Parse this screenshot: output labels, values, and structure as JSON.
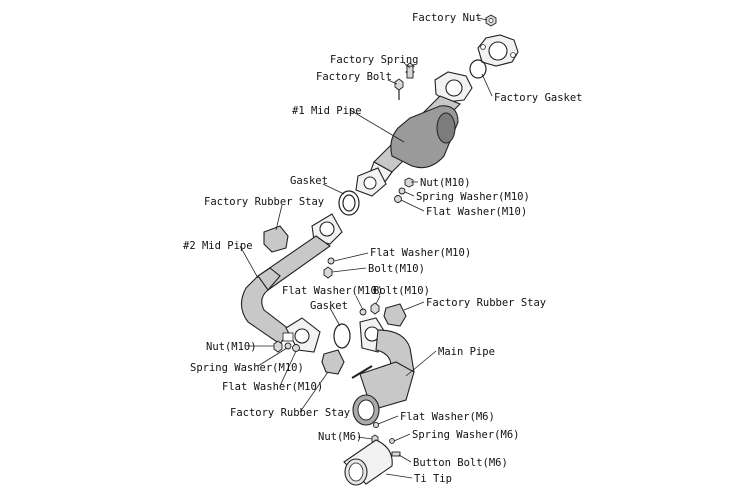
{
  "labels": {
    "factory_nut_top": "Factory Nut",
    "factory_spring": "Factory Spring",
    "factory_bolt": "Factory Bolt",
    "factory_gasket": "Factory Gasket",
    "mid_pipe_1": "#1 Mid Pipe",
    "gasket_1": "Gasket",
    "nut_m10_a": "Nut(M10)",
    "spring_washer_m10_a": "Spring Washer(M10)",
    "flat_washer_m10_a": "Flat Washer(M10)",
    "factory_rubber_stay_a": "Factory Rubber Stay",
    "mid_pipe_2": "#2 Mid Pipe",
    "flat_washer_m10_b": "Flat Washer(M10)",
    "bolt_m10_a": "Bolt(M10)",
    "flat_washer_m10_c": "Flat Washer(M10)",
    "bolt_m10_b": "Bolt(M10)",
    "gasket_2": "Gasket",
    "factory_rubber_stay_b": "Factory Rubber Stay",
    "nut_m10_b": "Nut(M10)",
    "spring_washer_m10_b": "Spring Washer(M10)",
    "flat_washer_m10_d": "Flat Washer(M10)",
    "main_pipe": "Main Pipe",
    "factory_rubber_stay_c": "Factory Rubber Stay",
    "flat_washer_m6": "Flat Washer(M6)",
    "nut_m6": "Nut(M6)",
    "spring_washer_m6": "Spring Washer(M6)",
    "button_bolt_m6": "Button Bolt(M6)",
    "ti_tip": "Ti Tip"
  }
}
